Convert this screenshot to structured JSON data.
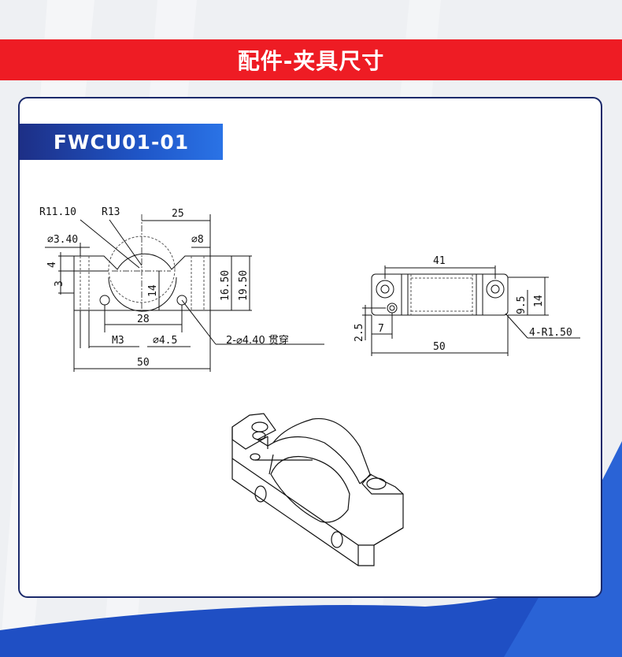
{
  "header": {
    "title": "配件-夹具尺寸"
  },
  "model": {
    "code": "FWCU01-01"
  },
  "front_view": {
    "r_small": "R11.10",
    "r_large": "R13",
    "top_width": "25",
    "hole_small_dia": "⌀3.40",
    "hole_large_dia": "⌀8",
    "dim_4": "4",
    "dim_3": "3",
    "height_14": "14",
    "height_16_50": "16.50",
    "height_19_50": "19.50",
    "hole_spacing": "28",
    "thread": "M3",
    "hole_dia_45": "⌀4.5",
    "through_holes": "2-⌀4.40 贯穿",
    "total_width": "50"
  },
  "top_view": {
    "length_41": "41",
    "dim_9_5": "9.5",
    "dim_14": "14",
    "dim_7": "7",
    "dim_2_5": "2.5",
    "corner_radius": "4-R1.50",
    "total_width": "50"
  },
  "colors": {
    "band_red": "#ee1c24",
    "panel_border": "#1b2a6b",
    "tab_dark": "#1d2f86",
    "tab_light": "#2a73e6",
    "corner_blue": "#1f4fc4"
  }
}
